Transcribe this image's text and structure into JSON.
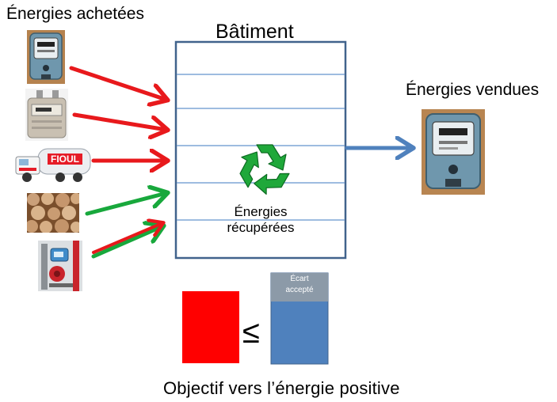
{
  "headings": {
    "bought": "Énergies achetées",
    "sold": "Énergies vendues",
    "building": "Bâtiment"
  },
  "building": {
    "floors": 6,
    "recovered_label_line1": "Énergies",
    "recovered_label_line2": "récupérées"
  },
  "sources": [
    {
      "name": "electricity-meter",
      "arrow_color": "#e8191c"
    },
    {
      "name": "gas-meter",
      "arrow_color": "#e8191c"
    },
    {
      "name": "fuel-truck",
      "arrow_color": "#e8191c",
      "label": "FIOUL"
    },
    {
      "name": "firewood",
      "arrow_color": "#18a83c"
    },
    {
      "name": "heat-pump",
      "arrow_color": "#18a83c"
    }
  ],
  "comparison": {
    "symbol": "≤",
    "gap_label_line1": "Écart",
    "gap_label_line2": "accepté"
  },
  "caption": "Objectif vers l’énergie positive",
  "colors": {
    "bought_arrow": "#e8191c",
    "renewable_arrow": "#18a83c",
    "sold_arrow": "#4f81bd",
    "building_border": "#41638c",
    "floor_line": "#7fa6d6",
    "recycle": "#1fa83a",
    "consumption_bar": "#ff0000",
    "production_bar": "#4f81bd"
  }
}
